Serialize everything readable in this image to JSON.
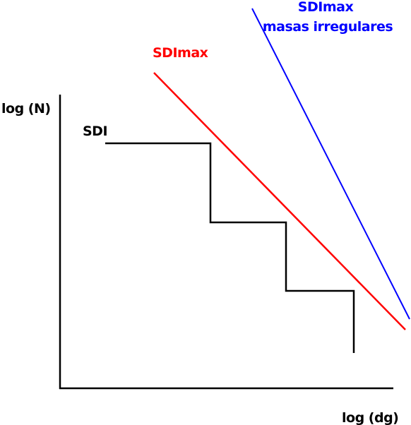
{
  "axes": {
    "y_label": "log (N)",
    "x_label": "log (dg)"
  },
  "series": {
    "sdi": {
      "label": "SDI",
      "color": "#000000"
    },
    "sdimax": {
      "label": "SDImax",
      "color": "#ff0000"
    },
    "sdimax_irregular": {
      "label_line1": "SDImax",
      "label_line2": "masas irregulares",
      "color": "#0000ff"
    }
  }
}
